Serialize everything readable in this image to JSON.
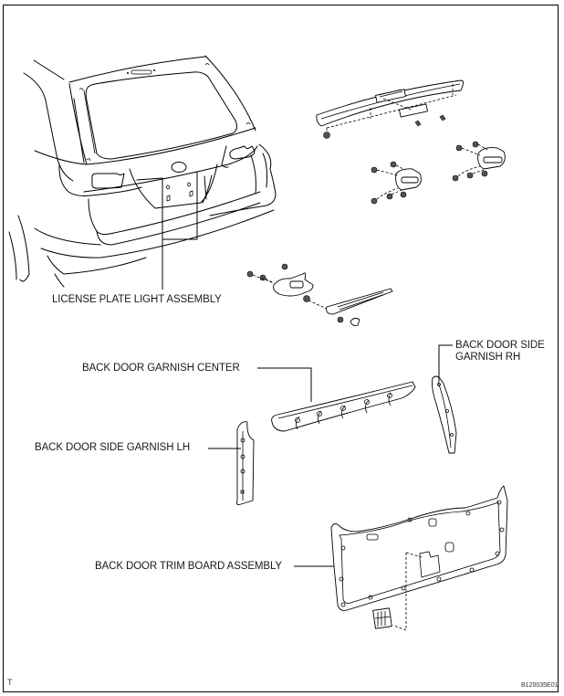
{
  "diagram": {
    "type": "exploded-parts-illustration",
    "labels": {
      "license_plate_light": "LICENSE PLATE LIGHT ASSEMBLY",
      "garnish_center": "BACK DOOR GARNISH CENTER",
      "side_garnish_rh_line1": "BACK DOOR SIDE",
      "side_garnish_rh_line2": "GARNISH RH",
      "side_garnish_lh": "BACK DOOR SIDE GARNISH LH",
      "trim_board": "BACK DOOR TRIM BOARD ASSEMBLY"
    },
    "corner_mark": "T",
    "figure_code": "B120035E01",
    "parts": [
      "vehicle-rear-view",
      "license-plate-light-assembly",
      "high-mount-stop-light-cover",
      "back-door-lock-assemblies",
      "rear-wiper-motor",
      "rear-wiper-arm",
      "back-door-garnish-center",
      "back-door-side-garnish-rh",
      "back-door-side-garnish-lh",
      "back-door-trim-board-assembly",
      "service-hole-cover"
    ]
  }
}
